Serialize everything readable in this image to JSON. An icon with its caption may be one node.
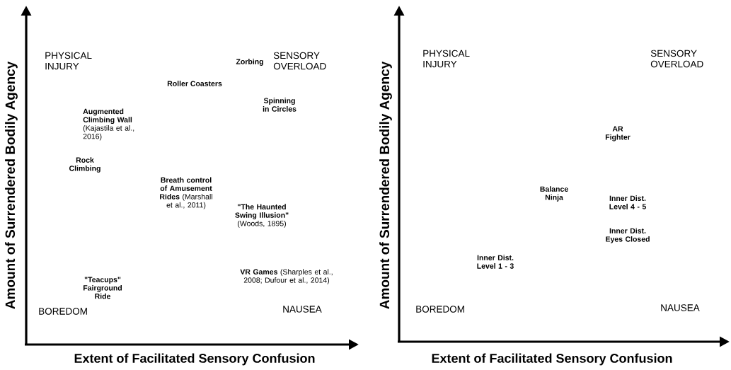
{
  "diagram": {
    "labels": [
      "Amount of Surrendered Bodily Agency",
      "PHYSICAL INJURY",
      "Zorbing",
      "SENSORY OVERLOAD",
      "Roller Coasters",
      "Spinning in Circles",
      "**Augmented Climbing Wall** (Kajastila et al., 2016)",
      "Rock Climbing",
      "**Breath control of Amusement Rides** (Marshall et al., 2011)",
      "**\"The Haunted Swing Illusion\"** (Woods, 1895)",
      "\"Teacups\" Fairground Ride",
      "**VR Games** (Sharples et al., 2008; Dufour et al., 2014)",
      "BOREDOM",
      "NAUSEA",
      "Extent of Facilitated Sensory Confusion",
      "Amount of Surrendered Bodily Agency",
      "PHYSICAL INJURY",
      "SENSORY OVERLOAD",
      "AR Fighter",
      "Balance Ninja",
      "Inner Dist. Level 4 - 5",
      "Inner Dist. Eyes Closed",
      "Inner Dist. Level 1 - 3",
      "BOREDOM",
      "NAUSEA",
      "Extent of Facilitated Sensory Confusion"
    ]
  }
}
